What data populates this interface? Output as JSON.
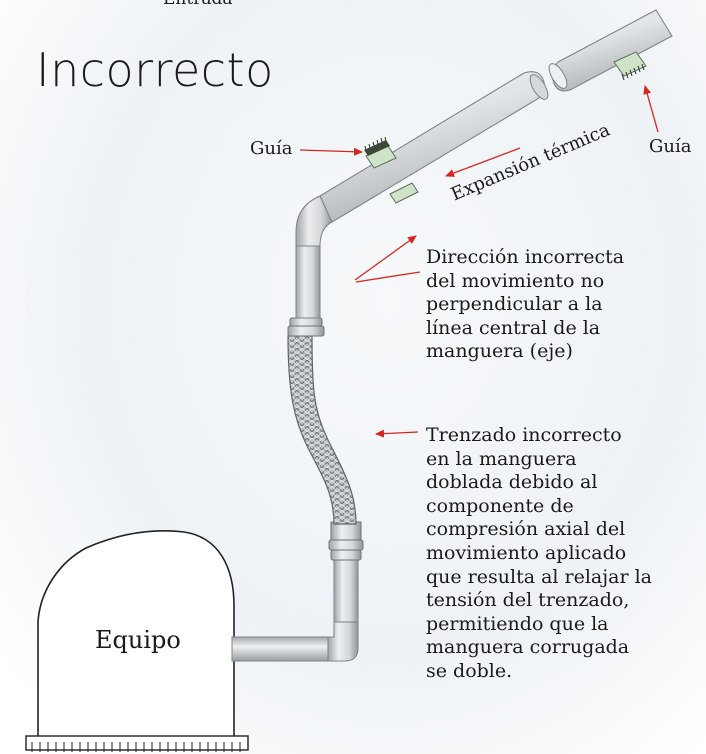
{
  "diagram": {
    "top_label": "Entrada",
    "title": "Incorrecto",
    "guide_left": "Guía",
    "guide_right": "Guía",
    "thermal_expansion": "Expansión térmica",
    "note_direction": [
      "Dirección incorrecta",
      "del movimiento no",
      "perpendicular a la",
      "línea central de la",
      "manguera (eje)"
    ],
    "note_braid": [
      "Trenzado incorrecto",
      "en la manguera",
      "doblada debido al",
      "componente de",
      "compresión axial del",
      "movimiento aplicado",
      "que resulta al relajar la",
      "tensión del trenzado,",
      "permitiendo que la",
      "manguera corrugada",
      "se doble."
    ],
    "equipment": "Equipo"
  },
  "colors": {
    "pipe_light": "#e8eaec",
    "pipe_dark": "#9fa5aa",
    "guide_green": "#cfe3c8",
    "arrow_red": "#d7261e"
  }
}
